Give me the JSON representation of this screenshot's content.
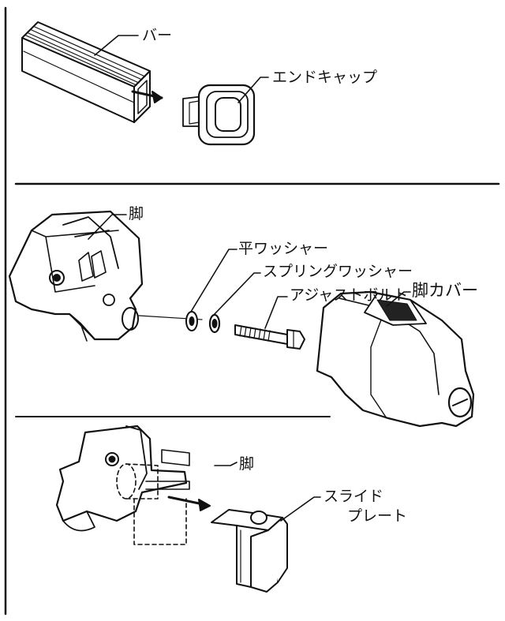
{
  "labels": {
    "bar": "バー",
    "end_cap": "エンドキャップ",
    "leg_top": "脚",
    "flat_washer": "平ワッシャー",
    "spring_washer": "スプリングワッシャー",
    "adjust_bolt": "アジャストボルト",
    "leg_cover": "脚カバー",
    "leg_bottom": "脚",
    "slide_plate_line1": "スライド",
    "slide_plate_line2": "プレート"
  }
}
